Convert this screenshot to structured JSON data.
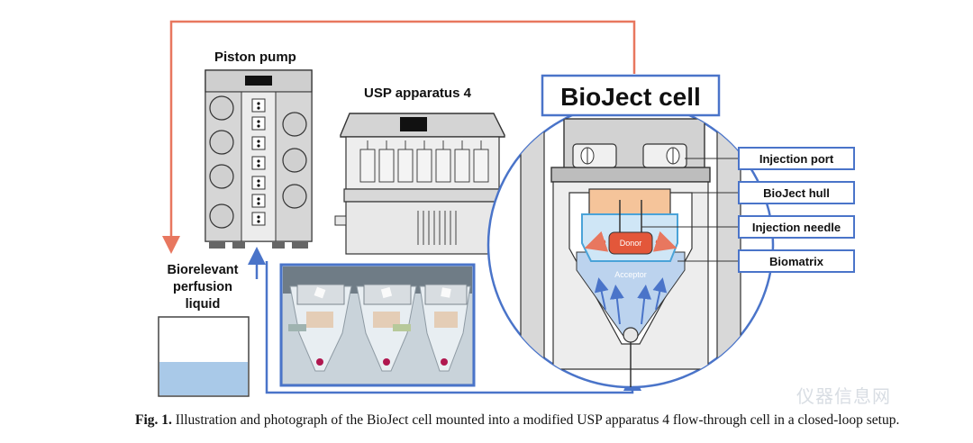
{
  "labels": {
    "piston_pump": "Piston pump",
    "usp_apparatus": "USP apparatus 4",
    "bioject_cell": "BioJect cell",
    "perfusion_line1": "Biorelevant",
    "perfusion_line2": "perfusion",
    "perfusion_line3": "liquid",
    "donor": "Donor",
    "acceptor": "Acceptor"
  },
  "callouts": [
    {
      "label": "Injection port"
    },
    {
      "label": "BioJect hull"
    },
    {
      "label": "Injection needle"
    },
    {
      "label": "Biomatrix"
    }
  ],
  "caption": {
    "prefix": "Fig. 1.",
    "text": " Illustration and photograph of the BioJect cell mounted into a modified USP apparatus 4 flow-through cell in a closed-loop setup."
  },
  "watermark": "仪器信息网",
  "colors": {
    "flow_line_red": "#e8775f",
    "flow_line_blue": "#4a74c9",
    "callout_border": "#4a74c9",
    "hull_orange": "#f5c49a",
    "donor_red": "#e3573a",
    "acceptor_blue": "#bcd3ee",
    "liquid_blue": "#a9c9e8",
    "device_grey": "#dcdcdc"
  }
}
